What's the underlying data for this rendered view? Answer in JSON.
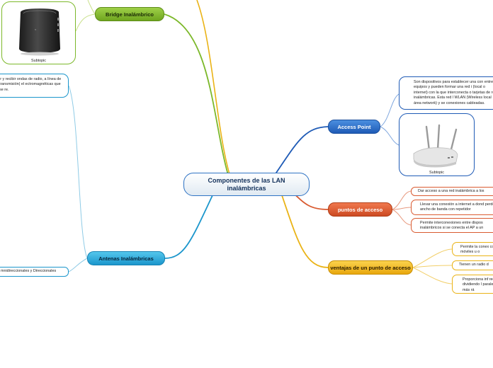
{
  "central": {
    "title": "Componentes de las LAN inalámbricas"
  },
  "branches": {
    "bridge": {
      "label": "Bridge Inalámbrico",
      "subtopic": "Subtopic"
    },
    "antenas": {
      "label": "Antenas Inalámbricas",
      "description": "ir y recibir ondas de radio, a línea de transmisión( el ectromagnéticas que se re.",
      "types": "mnidireccionales y Direccionales"
    },
    "access_point": {
      "label": "Access Point",
      "description": "Son dispositivos para establecer una con entre equipos y pueden formar una red i (local o internet) con la que interconecta o tarjetas de red inalámbricas. Esta red l WLAN (Wireless local área network) y se conexiones cableadas.",
      "subtopic": "Subtopic"
    },
    "puntos": {
      "label": "puntos de acceso",
      "items": [
        "Dar acceso a una red inalámbrica a los",
        "Llevar una conexión a internet a dond perder ancho de banda con repetidor",
        "Permite interconexiones entre dispos inalámbricos si se conecta el AP a un"
      ]
    },
    "ventajas": {
      "label": "ventajas de un punto de acceso",
      "items": [
        "Permite la conex como móviles u o",
        "Tienen un radio d",
        "Proporciona inf red dividiendo l paralela más rá"
      ]
    }
  },
  "colors": {
    "green": "#7cb82a",
    "blue": "#1f5bb6",
    "red": "#d95a30",
    "yellow": "#eab316",
    "cyan": "#1b96cc"
  }
}
